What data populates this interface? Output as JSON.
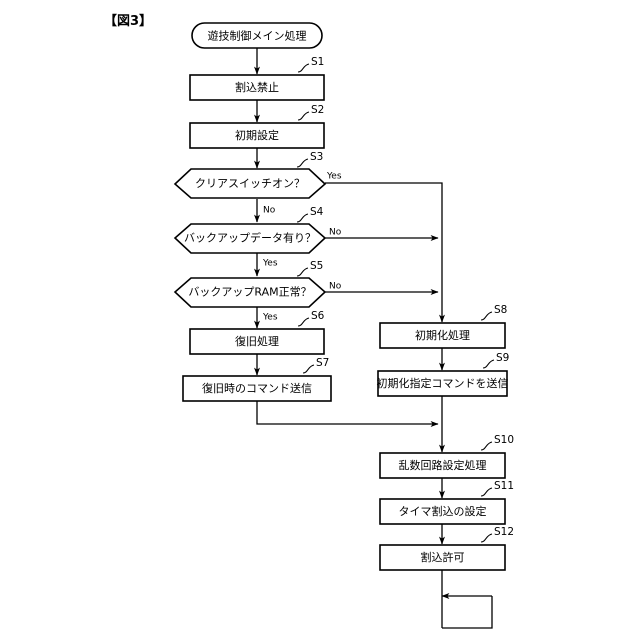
{
  "figure": {
    "label": "【図3】"
  },
  "diagram": {
    "type": "flowchart",
    "title": "遊技制御メイン処理",
    "nodes": [
      {
        "id": "start",
        "kind": "terminator",
        "label": "遊技制御メイン処理",
        "step": ""
      },
      {
        "id": "s1",
        "kind": "process",
        "label": "割込禁止",
        "step": "S1"
      },
      {
        "id": "s2",
        "kind": "process",
        "label": "初期設定",
        "step": "S2"
      },
      {
        "id": "s3",
        "kind": "decision",
        "label": "クリアスイッチオン？",
        "step": "S3"
      },
      {
        "id": "s4",
        "kind": "decision",
        "label": "バックアップデータ有り？",
        "step": "S4"
      },
      {
        "id": "s5",
        "kind": "decision",
        "label": "バックアップRAM正常？",
        "step": "S5"
      },
      {
        "id": "s6",
        "kind": "process",
        "label": "復旧処理",
        "step": "S6"
      },
      {
        "id": "s7",
        "kind": "process",
        "label": "復旧時のコマンド送信",
        "step": "S7"
      },
      {
        "id": "s8",
        "kind": "process",
        "label": "初期化処理",
        "step": "S8"
      },
      {
        "id": "s9",
        "kind": "process",
        "label": "初期化指定コマンドを送信",
        "step": "S9"
      },
      {
        "id": "s10",
        "kind": "process",
        "label": "乱数回路設定処理",
        "step": "S10"
      },
      {
        "id": "s11",
        "kind": "process",
        "label": "タイマ割込の設定",
        "step": "S11"
      },
      {
        "id": "s12",
        "kind": "process",
        "label": "割込許可",
        "step": "S12"
      }
    ],
    "branch_labels": {
      "s3_yes": "Yes",
      "s3_no": "No",
      "s4_no": "No",
      "s4_yes": "Yes",
      "s5_no": "No",
      "s5_yes": "Yes"
    },
    "colors": {
      "stroke": "#000000",
      "fill": "#ffffff",
      "text": "#000000"
    }
  }
}
